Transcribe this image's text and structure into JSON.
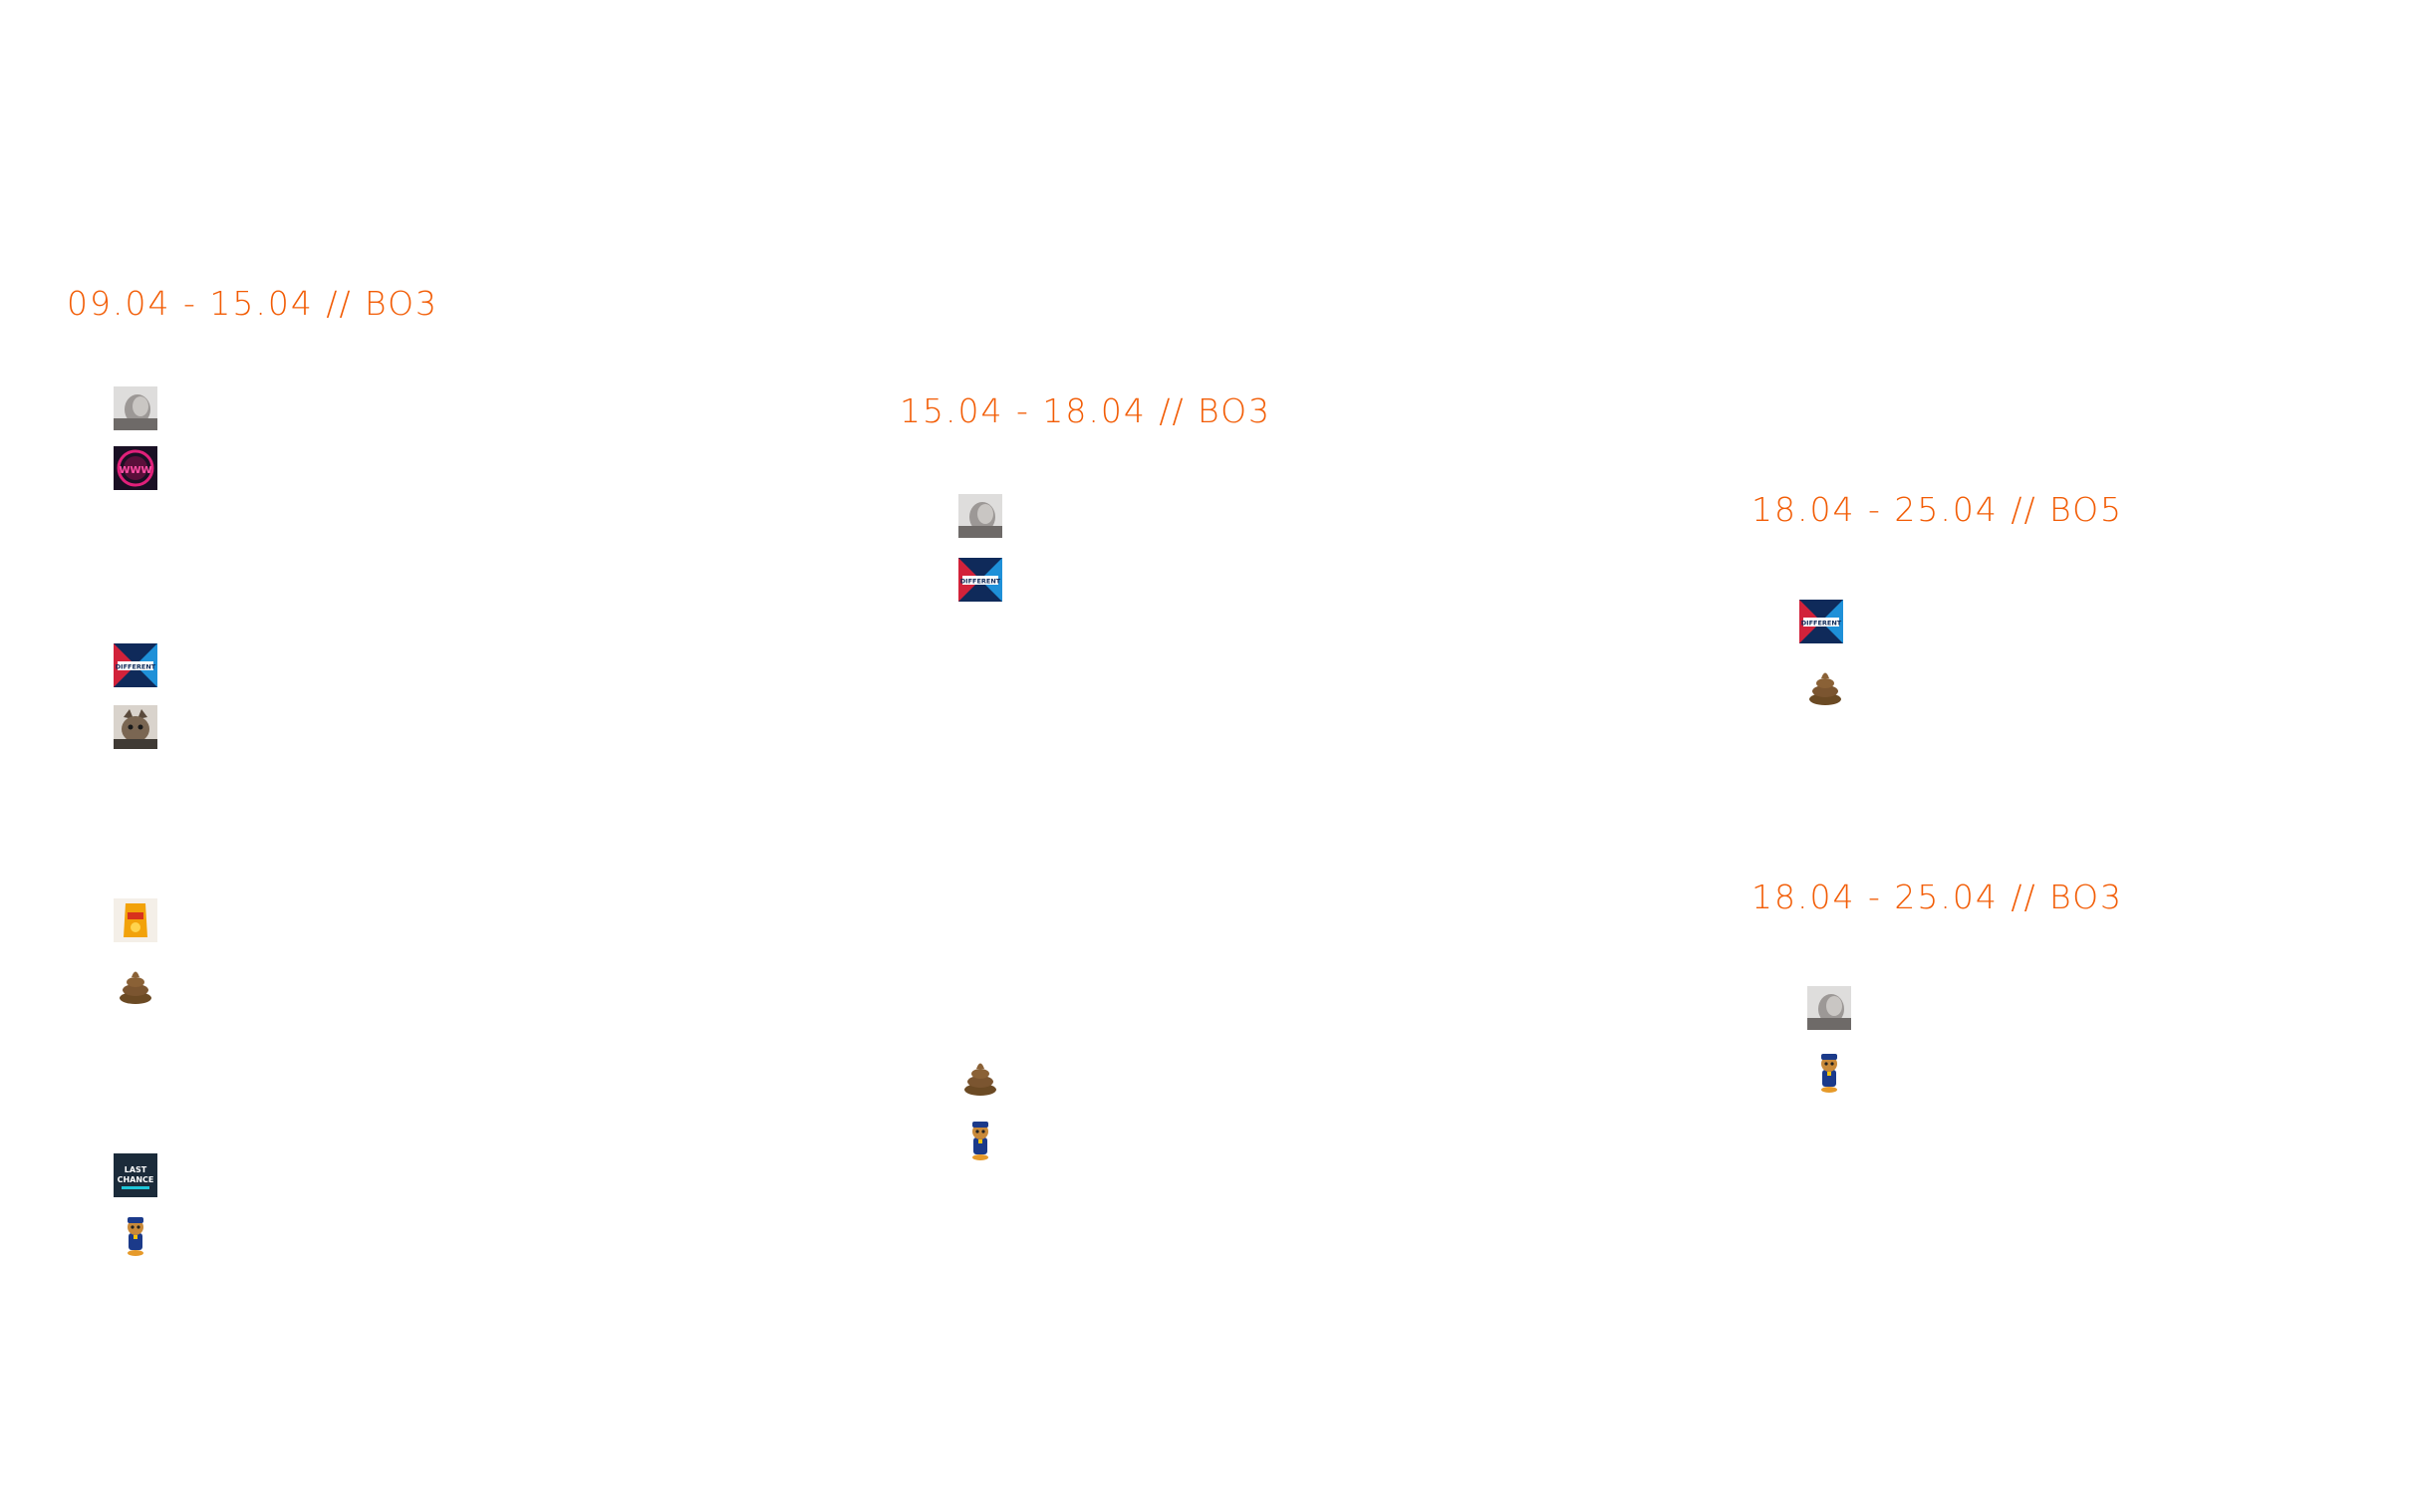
{
  "rounds": [
    {
      "title": "09.04 - 15.04 // BO3"
    },
    {
      "title": "15.04 - 18.04 // BO3"
    },
    {
      "title": "18.04 - 25.04 // BO5"
    },
    {
      "title": "18.04 - 25.04 // BO3"
    }
  ],
  "accent_color": "#f25c05",
  "badges": {
    "www": "WWW",
    "different": "DIFFERENT",
    "last_chance_1": "LAST",
    "last_chance_2": "CHANCE"
  },
  "icons": {
    "gray_avatar": "gray-avatar-icon",
    "www_logo": "www-logo-icon",
    "different_logo": "different-logo-icon",
    "cat_avatar": "cat-avatar-icon",
    "chips": "chips-bag-icon",
    "poop": "poop-emoji-icon",
    "last_chance_logo": "last-chance-logo-icon",
    "paw_patrol": "paw-patrol-chase-icon"
  }
}
